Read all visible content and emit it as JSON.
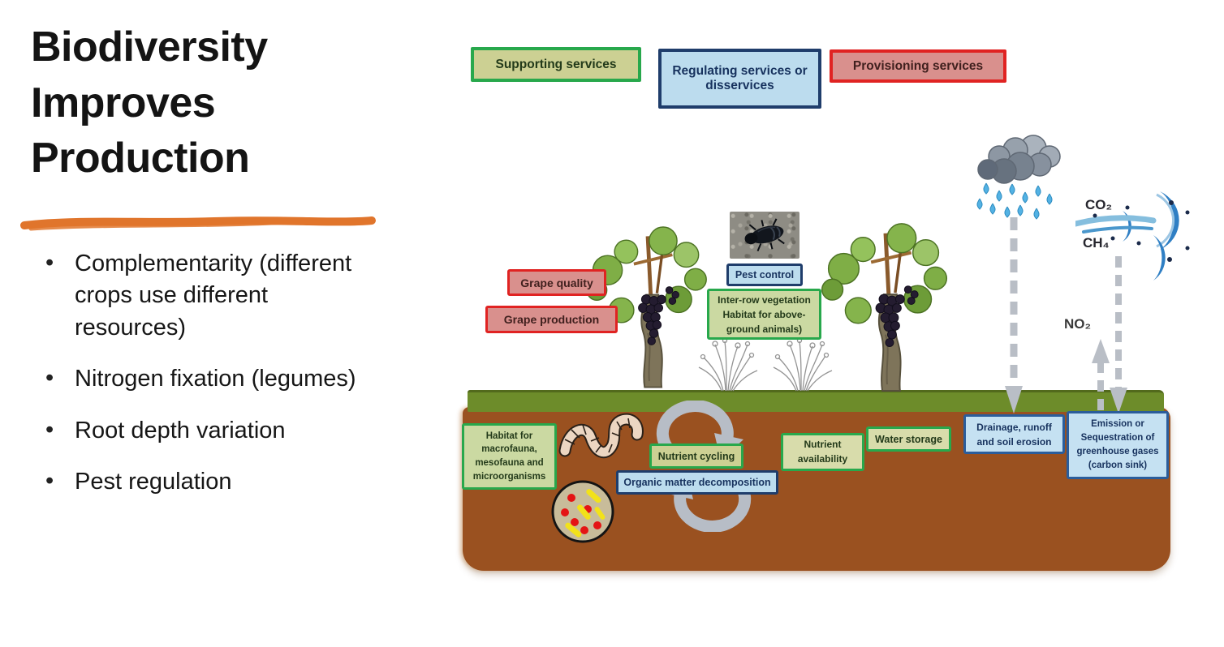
{
  "slide": {
    "title_lines": [
      "Biodiversity",
      "Improves",
      "Production"
    ],
    "accent_color": "#E0752C",
    "bullets": [
      "Complementarity (different crops use different resources)",
      "Nitrogen fixation (legumes)",
      "Root depth variation",
      "Pest regulation"
    ]
  },
  "legend": {
    "supporting": {
      "label": "Supporting services",
      "fill": "#c6cc92",
      "border": "#27a850"
    },
    "regulating": {
      "label": "Regulating services or disservices",
      "fill": "#b8d8e8",
      "border": "#1f3d6b"
    },
    "provisioning": {
      "label": "Provisioning services",
      "fill": "#d9908f",
      "border": "#df2626"
    }
  },
  "diagram": {
    "above_ground": {
      "grape_quality": "Grape quality",
      "grape_production": "Grape production",
      "pest_control": "Pest control",
      "inter_row_lines": [
        "Inter-row vegetation",
        "Habitat for above-",
        "ground animals)"
      ]
    },
    "gases": {
      "co2": "CO₂",
      "ch4": "CH₄",
      "no2": "NO₂"
    },
    "soil": {
      "habitat_lines": [
        "Habitat for",
        "macrofauna,",
        "mesofauna and",
        "microorganisms"
      ],
      "nutrient_cycling": "Nutrient cycling",
      "organic_matter": "Organic matter decomposition",
      "nutrient_availability_lines": [
        "Nutrient",
        "availability"
      ],
      "water_storage": "Water storage",
      "drainage_lines": [
        "Drainage, runoff",
        "and soil erosion"
      ],
      "emission_lines": [
        "Emission or",
        "Sequestration of",
        "greenhouse gases",
        "(carbon sink)"
      ],
      "soil_color": "#9a5120",
      "grass_color": "#6d8c2a"
    }
  }
}
